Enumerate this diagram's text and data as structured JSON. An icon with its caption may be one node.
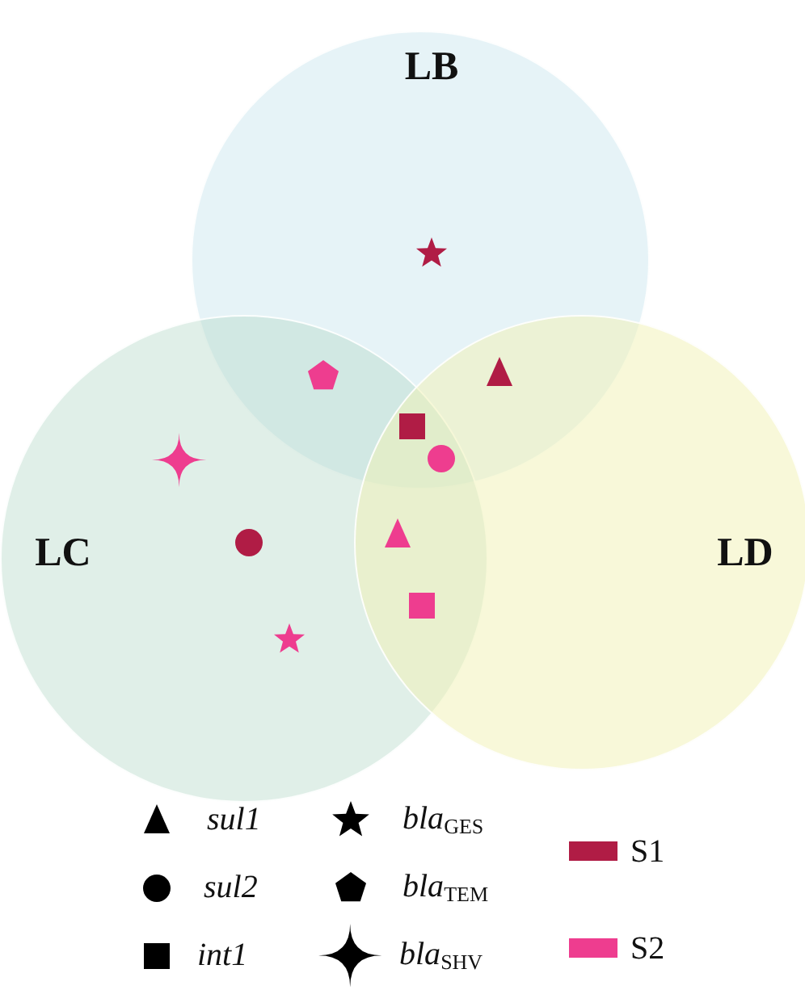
{
  "diagram": {
    "nodes": [
      {
        "text": [
          "LB"
        ]
      },
      {
        "text": [
          "LC"
        ]
      },
      {
        "text": [
          "LD"
        ]
      }
    ],
    "legend": [
      {
        "text": "sul1"
      },
      {
        "text": "*bla*$_{GES}$"
      },
      {
        "text": "sul2"
      },
      {
        "text": "*bla*$_{TEM}$"
      },
      {
        "text": "int1"
      },
      {
        "text": "*bla*$_{SHV}$"
      },
      {
        "text": "S1",
        "color": "#b01c45"
      },
      {
        "text": "S2",
        "color": "#ee3d8f"
      }
    ]
  }
}
